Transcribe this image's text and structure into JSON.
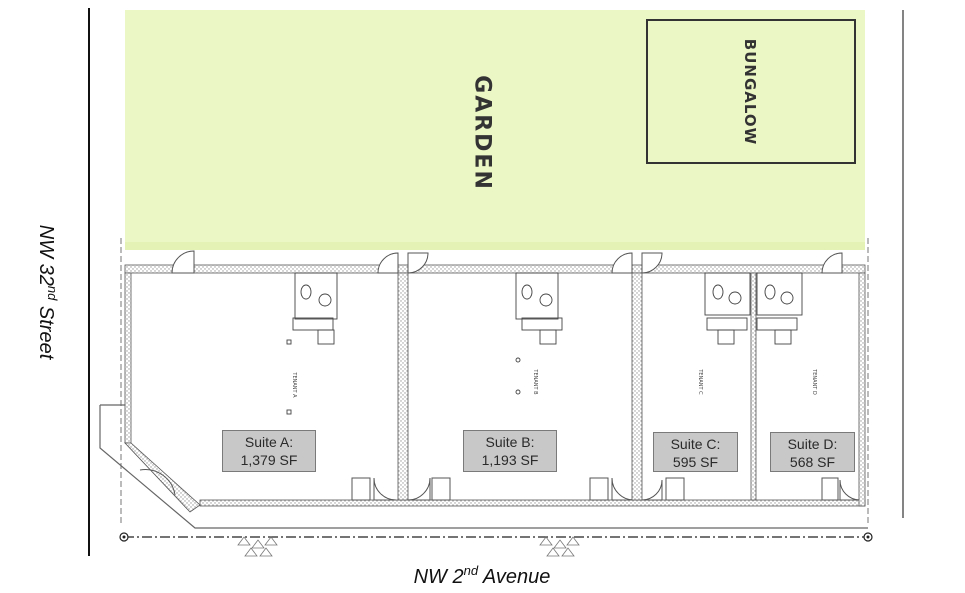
{
  "streets": {
    "left": "NW 32nd Street",
    "bottom": "NW 2nd Avenue"
  },
  "areas": {
    "garden": "GARDEN",
    "bungalow": "BUNGALOW"
  },
  "colors": {
    "garden_fill": "#ecf7c6",
    "suite_label_bg": "#c8c8c8",
    "wall": "#555555"
  },
  "suites": [
    {
      "name": "Suite A:",
      "area": "1,379 SF",
      "tenant": "TENANT A"
    },
    {
      "name": "Suite B:",
      "area": "1,193 SF",
      "tenant": "TENANT B"
    },
    {
      "name": "Suite C:",
      "area": "595 SF",
      "tenant": "TENANT C"
    },
    {
      "name": "Suite D:",
      "area": "568 SF",
      "tenant": "TENANT D"
    }
  ]
}
